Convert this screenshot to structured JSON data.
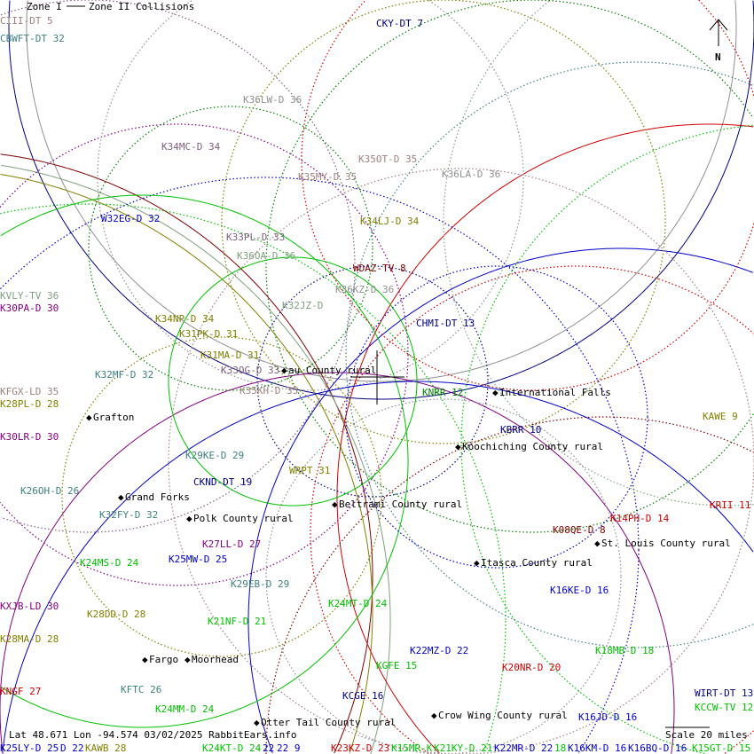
{
  "legend": {
    "zone1": "Zone I",
    "zone2": "Zone II Collisions",
    "overlap_station": "CIII-DT 5"
  },
  "colors": {
    "navy": "#000080",
    "blue": "#0000c8",
    "green": "#00c000",
    "dkgreen": "#008000",
    "red": "#d00000",
    "maroon": "#800000",
    "olive": "#808000",
    "purple": "#800080",
    "mauve": "#806080",
    "teal": "#408080",
    "gray": "#909090",
    "rose": "#a08080",
    "sage": "#80a080"
  },
  "stations": [
    "CBWFT-DT 32",
    "CKY-DT 7",
    "K36LW-D 36",
    "K34MC-D 34",
    "K35OT-D 35",
    "K35MY-D 35",
    "K36LA-D 36",
    "W32EG-D 32",
    "K34LJ-D 34",
    "K33PL-D 33",
    "K36OA-D 36",
    "WDAZ-TV 8",
    "K32JZ-D",
    "K36KZ-D 36",
    "KVLY-TV 36",
    "K30PA-D 30",
    "K34NP-D 34",
    "K31PK-D 31",
    "CHMI-DT 13",
    "K31MA-D 31",
    "K33OG-D 33",
    "K35KH-D 35",
    "KNRR 12",
    "KFGX-LD 35",
    "K28PL-D 28",
    "K32MF-D 32",
    "KAWE 9",
    "KBRR 10",
    "K30LR-D 30",
    "K29KE-D 29",
    "K26OH-D 26",
    "CKND-DT 19",
    "WRPT 31",
    "KRII 11",
    "K32FY-D 32",
    "K14PH-D 14",
    "K08QE-D 8",
    "K27LL-D 27",
    "K24MS-D 24",
    "K25MW-D 25",
    "K29EB-D 29",
    "K16KE-D 16",
    "KXJB-LD 30",
    "K24MT-D 24",
    "K28DD-D 28",
    "K21NF-D 21",
    "K28MA-D 28",
    "K22MZ-D 22",
    "K18MB-D 18",
    "KGFE 15",
    "K20NR-D 20",
    "KNGF 27",
    "KFTC 26",
    "WIRT-DT 13",
    "KCGE 16",
    "KCCW-TV 12",
    "K24MM-D 24",
    "K16JD-D 16",
    "K25LY-D 25",
    "D 22",
    "KAWB 28",
    "K24KT-D 24",
    "22",
    "22 9",
    "K23KZ-D 23",
    "K15MR-K",
    "K21KY-D 21",
    "K22MR-D 22",
    "18",
    "K16KM-D 16",
    "K16BQ-D 16",
    "K15GT-D 15"
  ],
  "places": [
    "au County rural",
    "International Falls",
    "Grafton",
    "Koochiching County rural",
    "Grand Forks",
    "Beltrami County rural",
    "Polk County rural",
    "St. Louis County rural",
    "Itasca County rural",
    "Fargo",
    "Moorhead",
    "Crow Wing County rural",
    "Otter Tail County rural"
  ],
  "status": "Lat 48.671 Lon -94.574 03/02/2025 RabbitEars.info",
  "scale": "Scale 20 miles",
  "north": "N"
}
